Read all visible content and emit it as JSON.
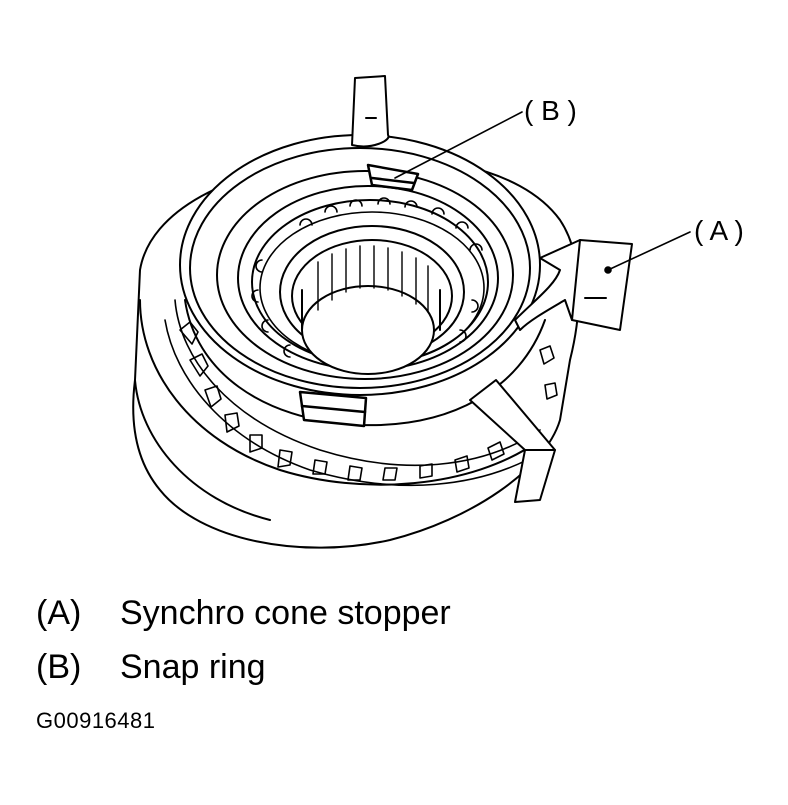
{
  "diagram": {
    "callouts": [
      {
        "key": "A",
        "tag": "( A )"
      },
      {
        "key": "B",
        "tag": "( B )"
      }
    ]
  },
  "legend": {
    "items": [
      {
        "key": "(A)",
        "text": "Synchro cone stopper"
      },
      {
        "key": "(B)",
        "text": "Snap ring"
      }
    ]
  },
  "figure_id": "G00916481"
}
